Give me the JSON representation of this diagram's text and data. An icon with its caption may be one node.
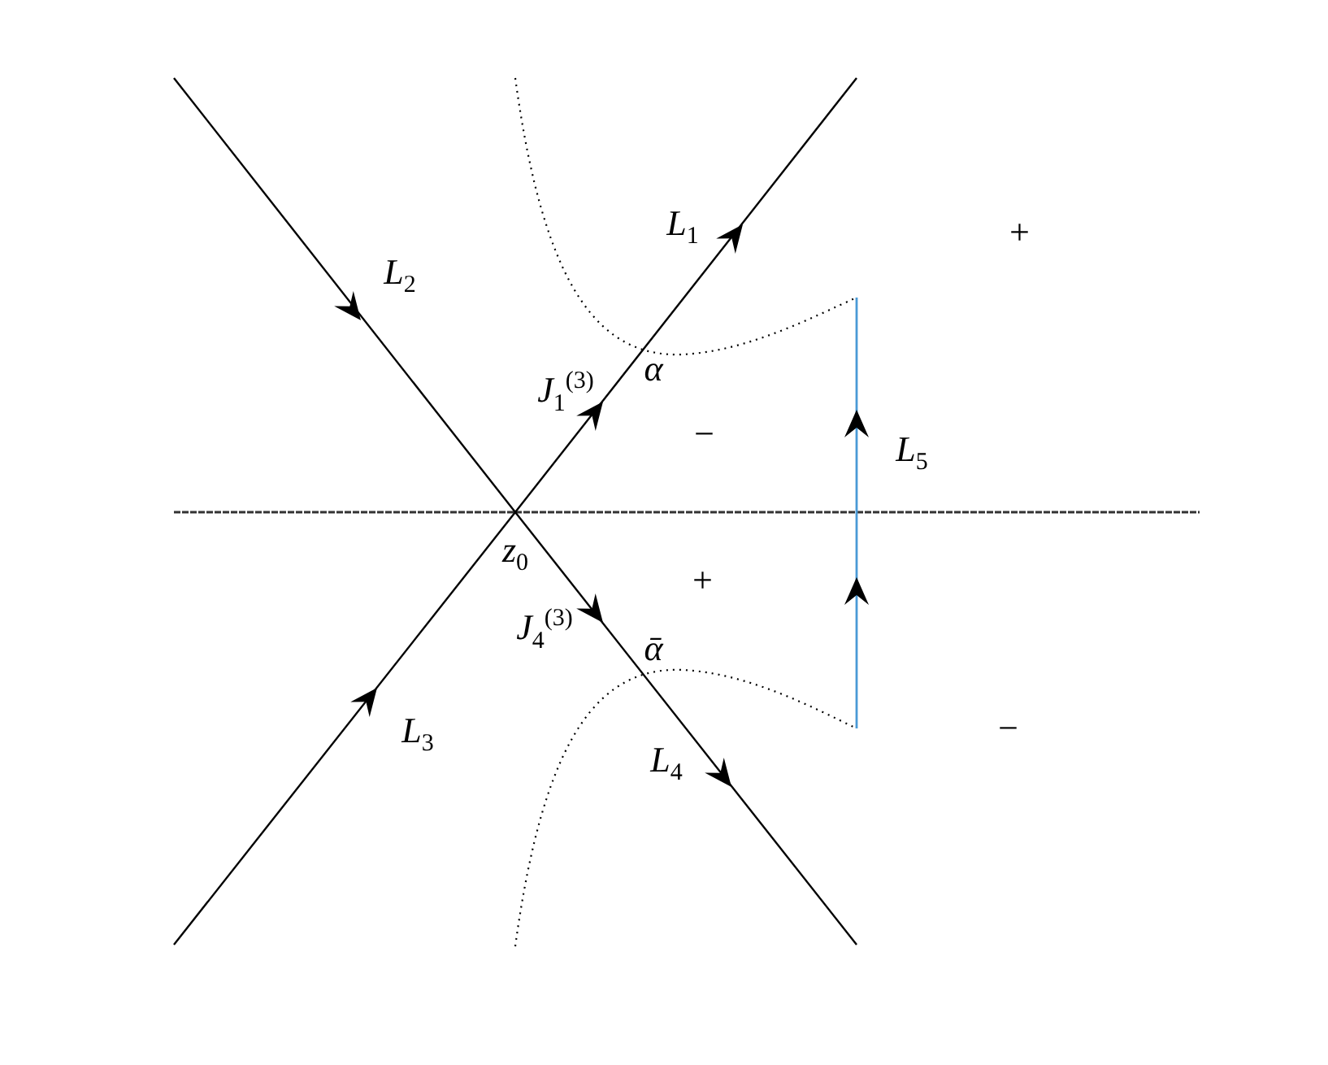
{
  "diagram": {
    "labels": [
      "*L*$_{1}$",
      "+",
      "*L*$_{2}$",
      "α",
      "*J*$_{1}$$^{(3)}$",
      "−",
      "*L*$_{5}$",
      "*z*$_{0}$",
      "+",
      "*J*$_{4}$$^{(3)}$",
      "ᾱ",
      "*L*$_{3}$",
      "−",
      "*L*$_{4}$"
    ]
  }
}
